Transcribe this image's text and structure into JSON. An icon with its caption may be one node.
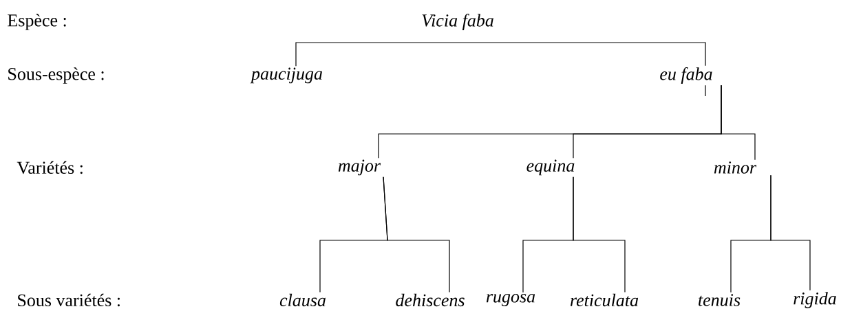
{
  "diagram": {
    "nodes": [
      {
        "text": [
          "Vicia faba"
        ]
      },
      {
        "text": [
          "paucijuga"
        ]
      },
      {
        "text": [
          "eu faba"
        ]
      },
      {
        "text": [
          "major"
        ]
      },
      {
        "text": [
          "equina"
        ]
      },
      {
        "text": [
          "minor"
        ]
      },
      {
        "text": [
          "clausa"
        ]
      },
      {
        "text": [
          "dehiscens"
        ]
      },
      {
        "text": [
          "rugosa"
        ]
      },
      {
        "text": [
          "reticulata"
        ]
      },
      {
        "text": [
          "tenuis"
        ]
      },
      {
        "text": [
          "rigida"
        ]
      }
    ],
    "edges": [
      {
        "from": 0,
        "to": 1,
        "arrow": "none"
      },
      {
        "from": 0,
        "to": 2,
        "arrow": "none"
      },
      {
        "from": 2,
        "to": 3,
        "arrow": "none"
      },
      {
        "from": 2,
        "to": 4,
        "arrow": "none"
      },
      {
        "from": 2,
        "to": 5,
        "arrow": "none"
      },
      {
        "from": 3,
        "to": 6,
        "arrow": "none"
      },
      {
        "from": 3,
        "to": 7,
        "arrow": "none"
      },
      {
        "from": 4,
        "to": 8,
        "arrow": "none"
      },
      {
        "from": 4,
        "to": 9,
        "arrow": "none"
      },
      {
        "from": 5,
        "to": 10,
        "arrow": "none"
      },
      {
        "from": 5,
        "to": 11,
        "arrow": "none"
      }
    ],
    "labels": [
      "Espèce :",
      "Sous-espèce :",
      "Variétés :",
      "Sous variétés :"
    ]
  }
}
